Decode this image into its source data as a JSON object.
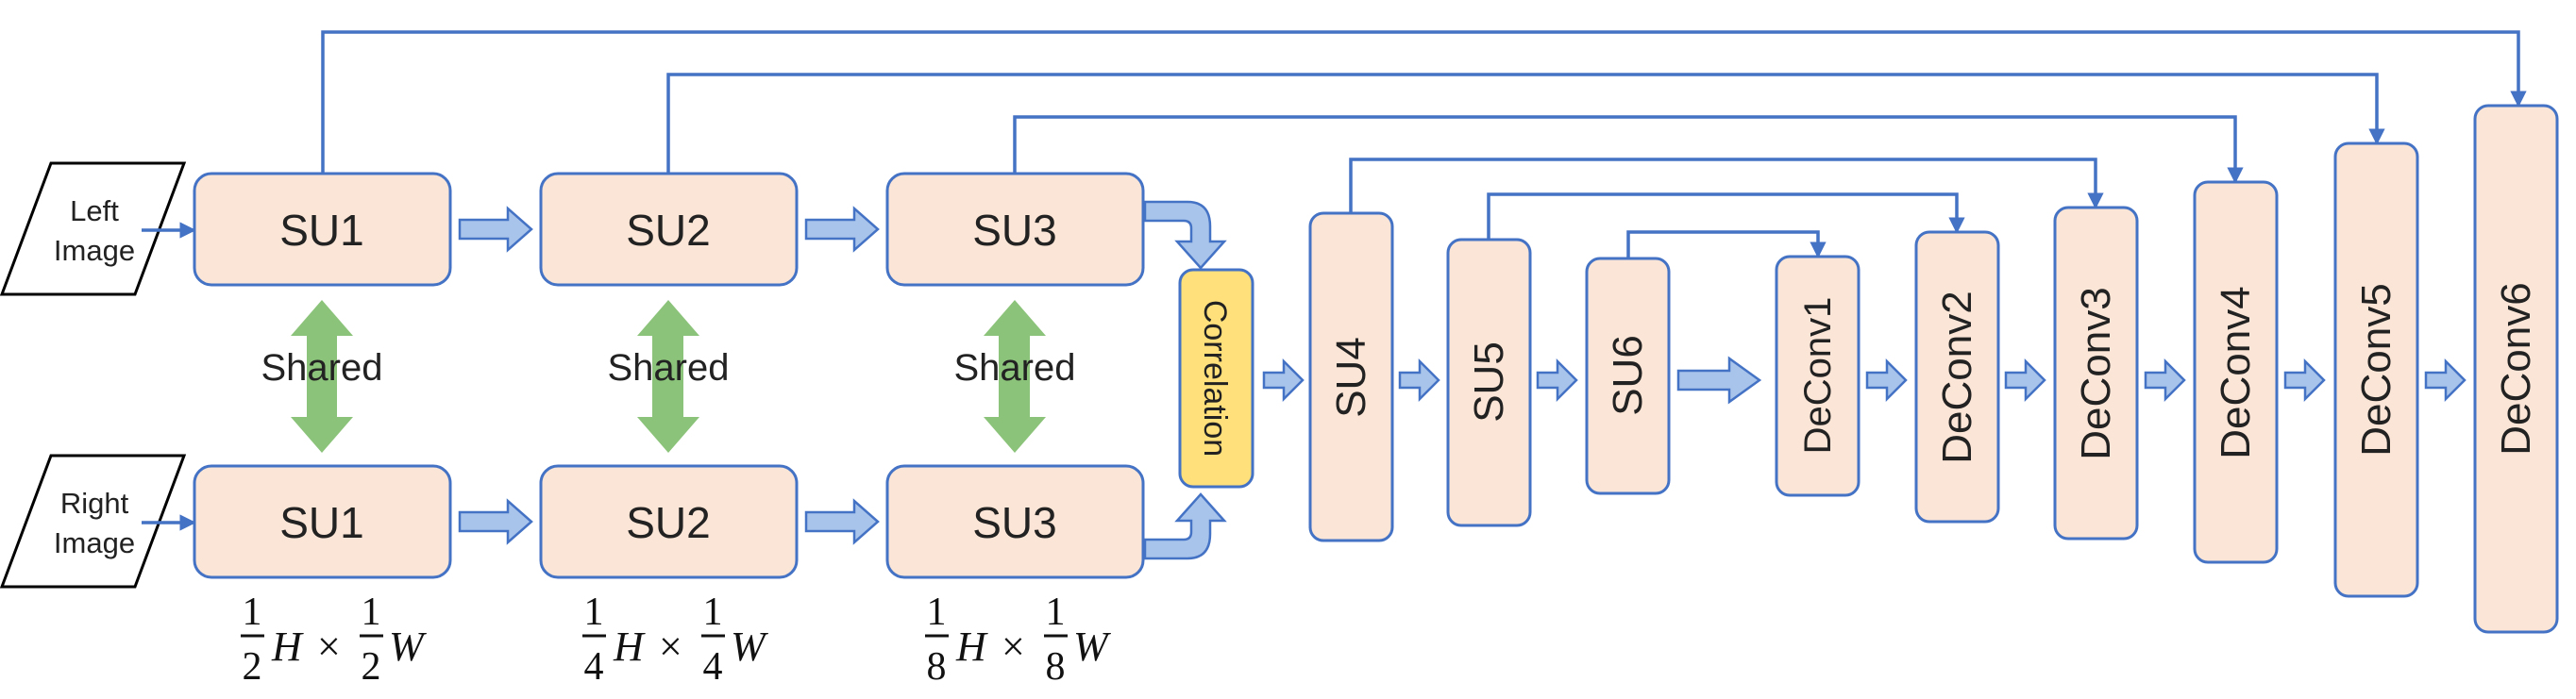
{
  "inputs": {
    "left": [
      "Left",
      "Image"
    ],
    "right": [
      "Right",
      "Image"
    ]
  },
  "shared_label": "Shared",
  "top_row": [
    "SU1",
    "SU2",
    "SU3"
  ],
  "bottom_row": [
    "SU1",
    "SU2",
    "SU3"
  ],
  "correlation": "Correlation",
  "vertical_units": [
    "SU4",
    "SU5",
    "SU6"
  ],
  "deconv_units": [
    "DeConv1",
    "DeConv2",
    "DeConv3",
    "DeConv4",
    "DeConv5",
    "DeConv6"
  ],
  "resolutions": [
    {
      "h_num": "1",
      "h_den": "2",
      "h_sym": "H",
      "times": "×",
      "w_num": "1",
      "w_den": "2",
      "w_sym": "W"
    },
    {
      "h_num": "1",
      "h_den": "4",
      "h_sym": "H",
      "times": "×",
      "w_num": "1",
      "w_den": "4",
      "w_sym": "W"
    },
    {
      "h_num": "1",
      "h_den": "8",
      "h_sym": "H",
      "times": "×",
      "w_num": "1",
      "w_den": "8",
      "w_sym": "W"
    }
  ],
  "colors": {
    "unit_fill": "#FBE5D6",
    "outline": "#4472C4",
    "correlation_fill": "#FFE07A",
    "shared_arrow": "#8CC37A",
    "block_arrow": "#A9C4EB"
  }
}
